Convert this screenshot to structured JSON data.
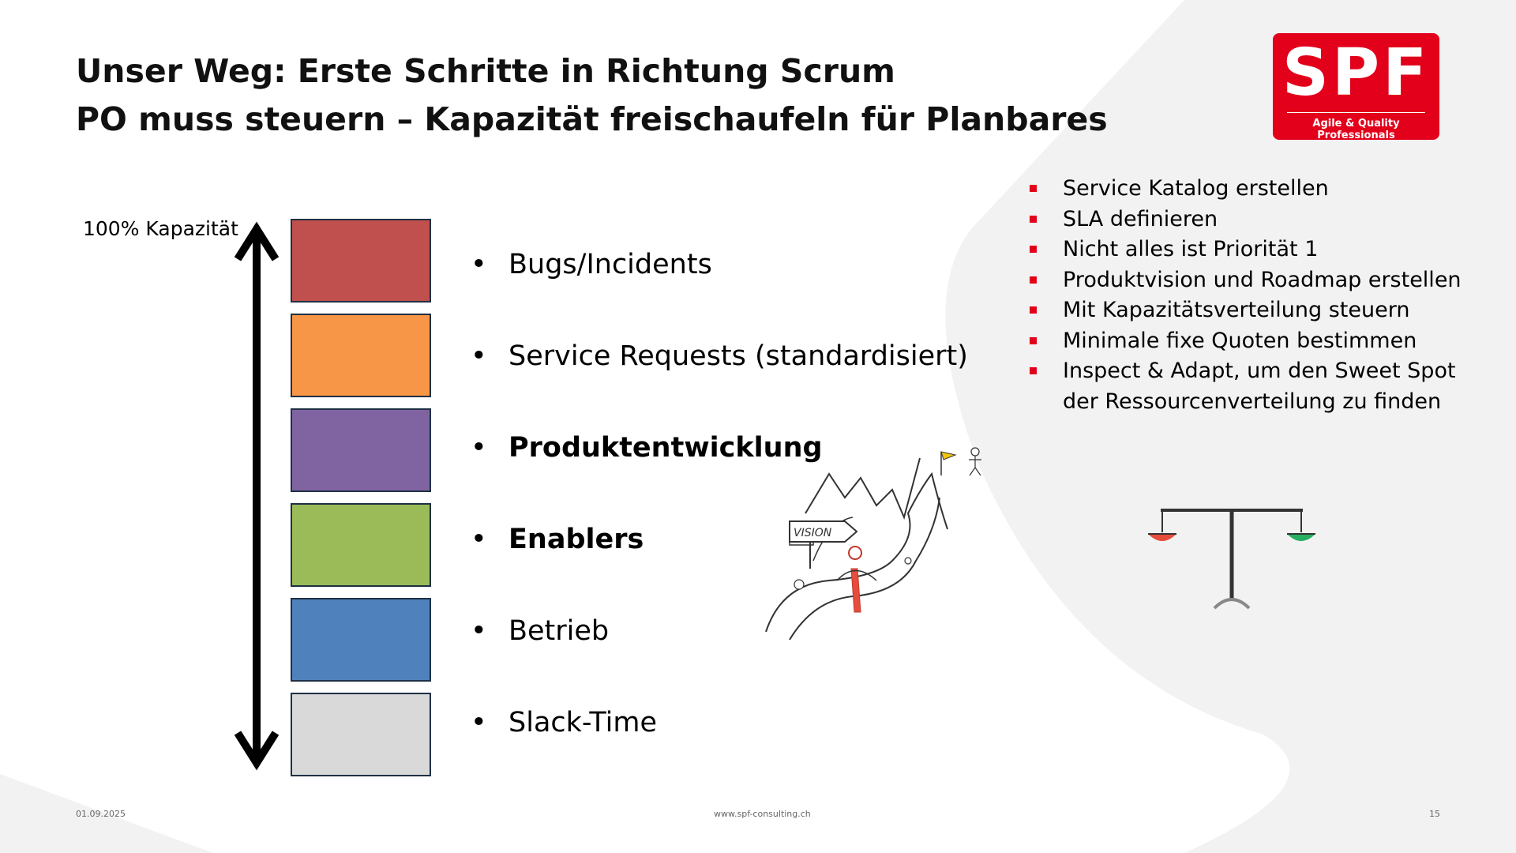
{
  "title": {
    "line1": "Unser Weg: Erste Schritte in Richtung Scrum",
    "line2": "PO muss steuern – Kapazität freischaufeln für Planbares"
  },
  "logo": {
    "letters": "SPF",
    "tagline": "Agile & Quality Professionals"
  },
  "capacity_label": "100% Kapazität",
  "capacity_items": [
    {
      "label": "Bugs/Incidents",
      "color": "#c0504d",
      "bold": false
    },
    {
      "label": "Service Requests (standardisiert)",
      "color": "#f79646",
      "bold": false
    },
    {
      "label": "Produktentwicklung",
      "color": "#8064a2",
      "bold": true
    },
    {
      "label": "Enablers",
      "color": "#9bbb59",
      "bold": true
    },
    {
      "label": "Betrieb",
      "color": "#4f81bd",
      "bold": false
    },
    {
      "label": "Slack-Time",
      "color": "#d9d9d9",
      "bold": false
    }
  ],
  "right_list": [
    "Service Katalog erstellen",
    "SLA definieren",
    "Nicht alles ist Priorität 1",
    "Produktvision und Roadmap erstellen",
    "Mit Kapazitätsverteilung steuern",
    "Minimale fixe Quoten bestimmen",
    "Inspect & Adapt, um den Sweet Spot der Ressourcenverteilung zu finden"
  ],
  "illustration": {
    "sign_text": "VISION"
  },
  "footer": {
    "date": "01.09.2025",
    "url": "www.spf-consulting.ch",
    "page": "15"
  },
  "colors": {
    "accent": "#e2001a",
    "background_shape": "#f2f2f2"
  }
}
